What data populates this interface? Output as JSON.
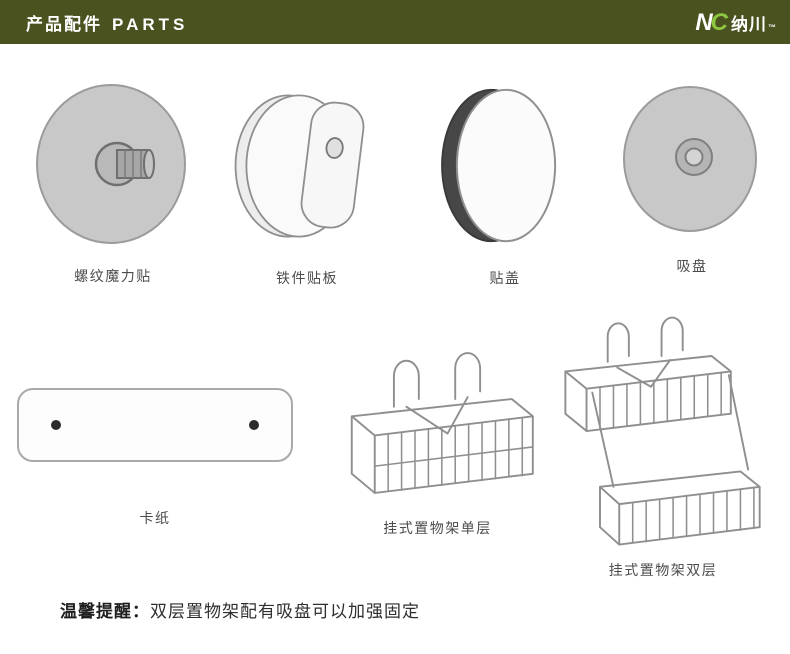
{
  "header": {
    "title_cn": "产品配件",
    "title_en": "PARTS",
    "logo_n": "N",
    "logo_c": "C",
    "logo_cn": "纳川",
    "logo_tm": "™"
  },
  "parts": [
    {
      "label": "螺纹魔力贴"
    },
    {
      "label": "铁件贴板"
    },
    {
      "label": "贴盖"
    },
    {
      "label": "吸盘"
    },
    {
      "label": "卡纸"
    },
    {
      "label": "挂式置物架单层"
    },
    {
      "label": "挂式置物架双层"
    }
  ],
  "note": {
    "lead": "温馨提醒：",
    "text": "双层置物架配有吸盘可以加强固定"
  },
  "colors": {
    "header_bg": "#4a5220",
    "accent_green": "#8dc63f",
    "line_gray": "#8f8f8f",
    "fill_gray": "#c8c8c8"
  }
}
